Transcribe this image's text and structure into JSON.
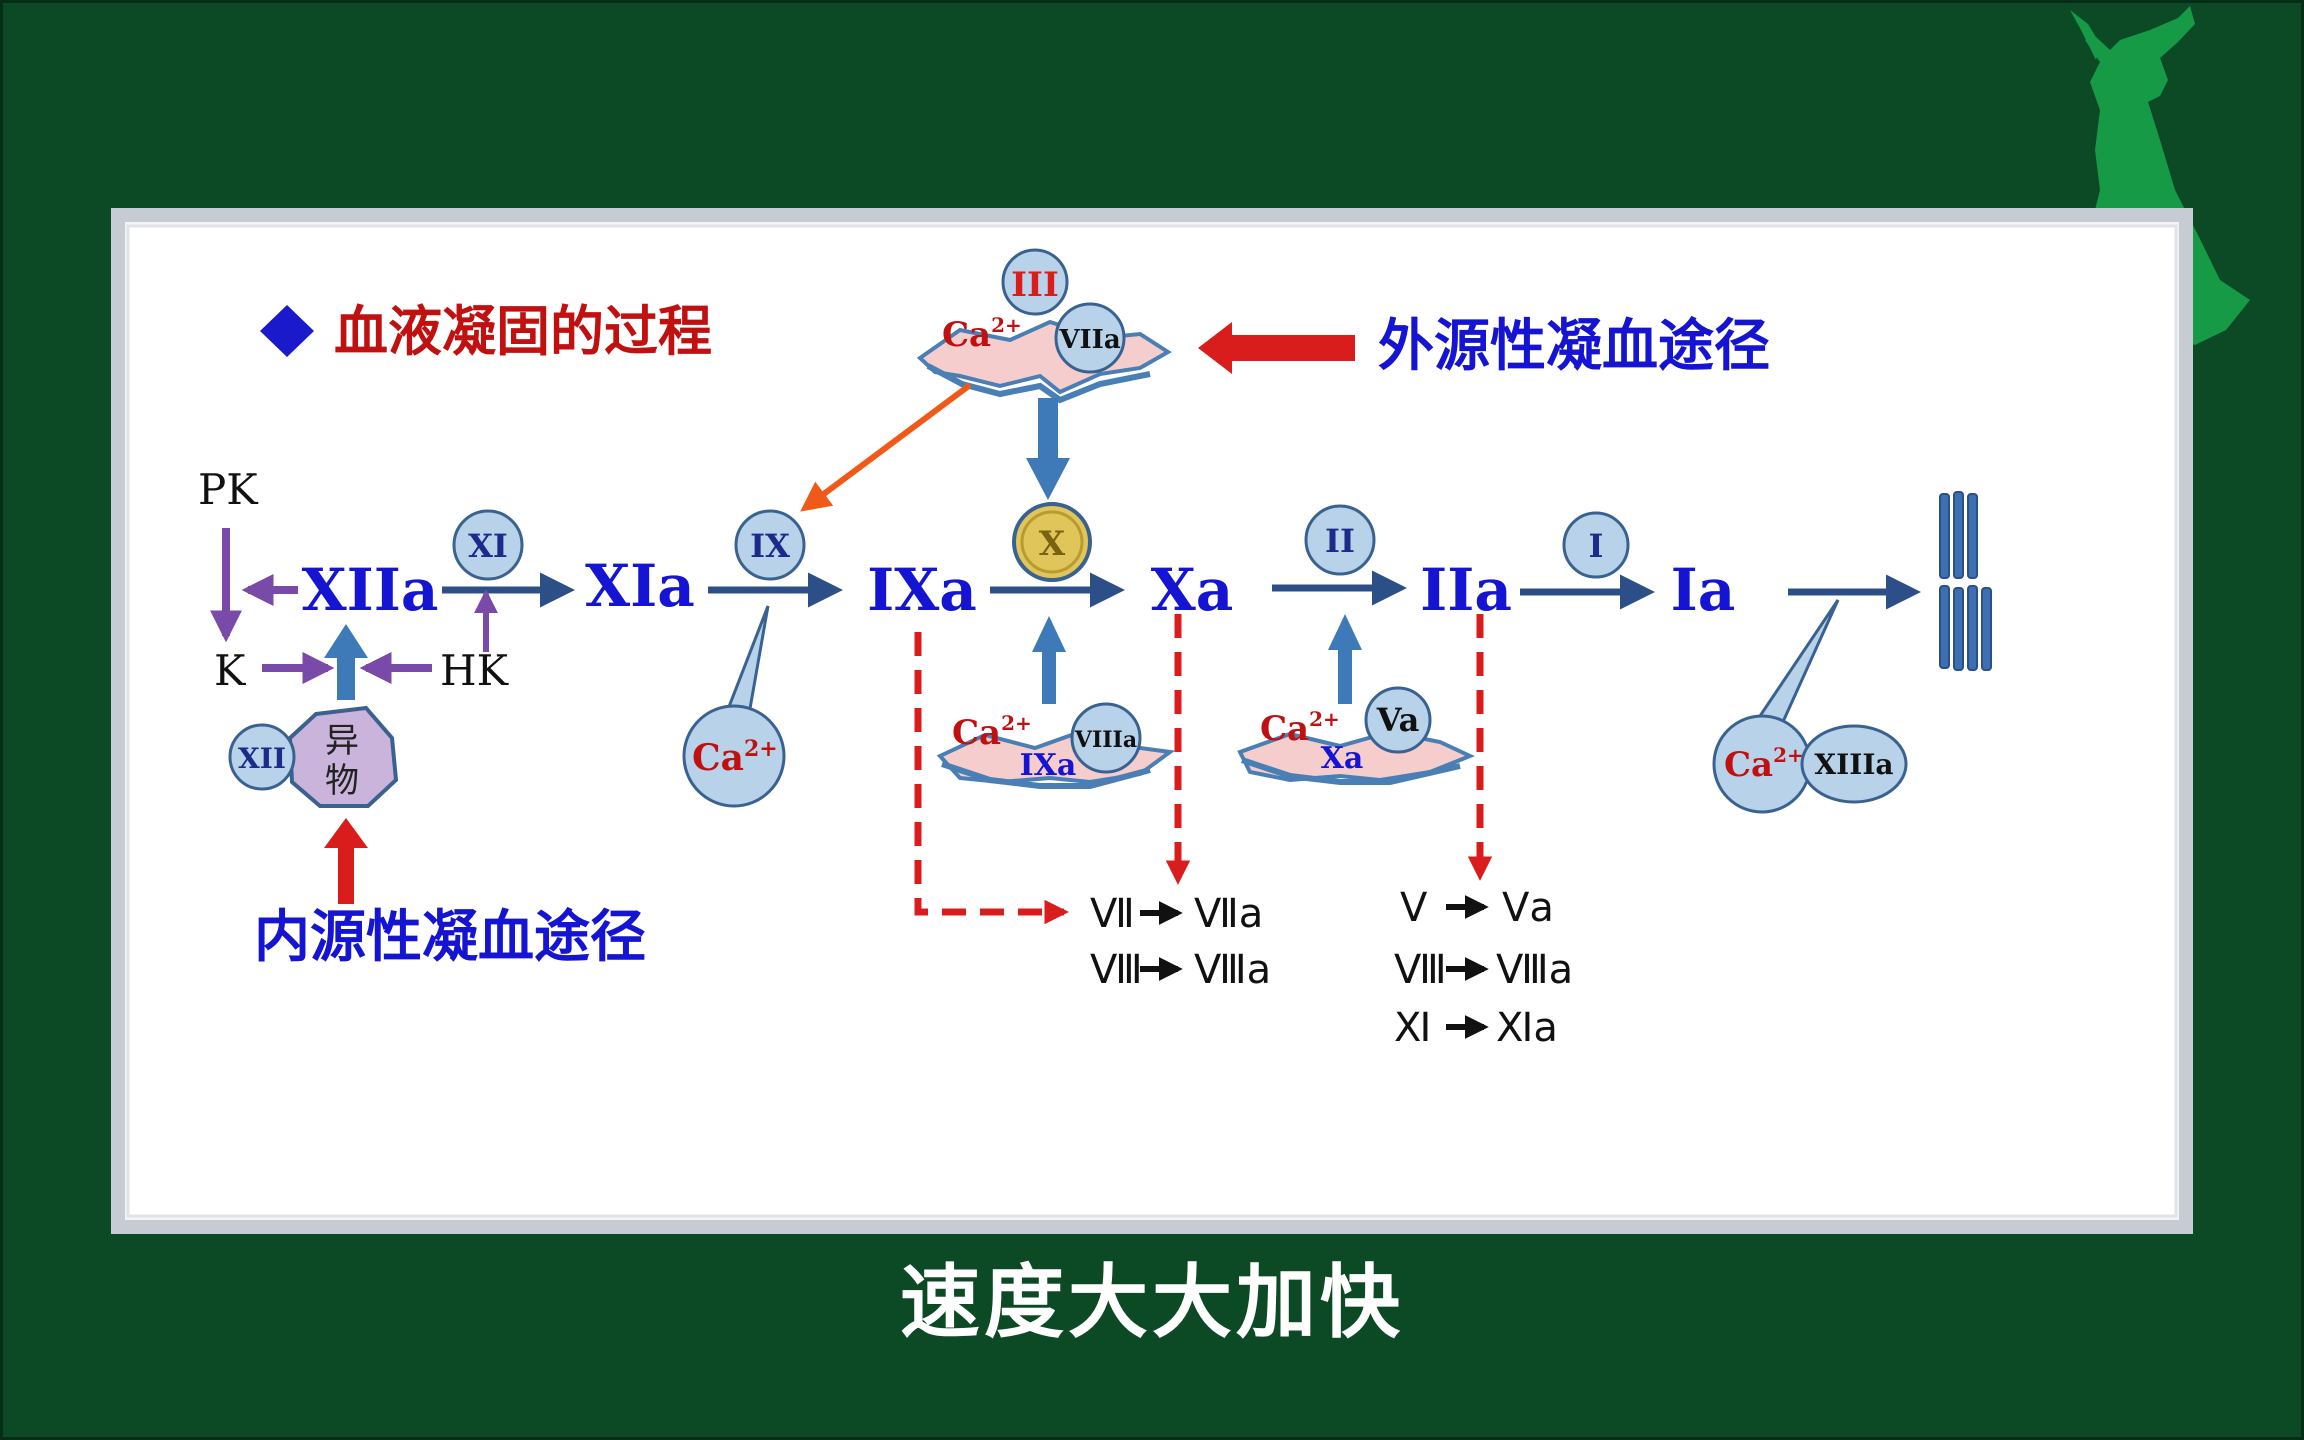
{
  "title": "血液凝固的过程",
  "extrinsic_label": "外源性凝血途径",
  "intrinsic_label": "内源性凝血途径",
  "subtitle": "速度大大加快",
  "colors": {
    "background": "#0b4a24",
    "factor_blue": "#1414d2",
    "title_red": "#c01010",
    "circle_fill": "#b8d2ea",
    "circle_stroke": "#3a6290",
    "arrow_blue": "#3e79b8",
    "arrow_red": "#d91d1d",
    "arrow_purple": "#7a4aa8",
    "arrow_orange": "#f05a18",
    "factor_x_fill": "#e0c55a",
    "foreign_body_fill": "#cbb4db",
    "platelet_fill": "#f6cdcd",
    "fibrin_blue": "#3d6fb3"
  },
  "factors": {
    "xiia": "XIIa",
    "xia": "XIa",
    "ixa": "IXa",
    "xa": "Xa",
    "iia": "IIa",
    "ia": "Ia"
  },
  "circles": {
    "xi": "XI",
    "ix": "IX",
    "x": "X",
    "ii": "II",
    "i": "I",
    "iii": "III",
    "xii": "XII",
    "va": "Va",
    "viia": "VIIa",
    "viiia": "VIIIa",
    "xiiia": "XIIIa"
  },
  "ca_label": "Ca",
  "ca_charge": "2+",
  "foreign_body": [
    "异",
    "物"
  ],
  "kinins": {
    "pk": "PK",
    "k": "K",
    "hk": "HK"
  },
  "complex_labels": {
    "tenase": "IXa",
    "prothrombinase": "Xa"
  },
  "feedback_left": [
    {
      "from": "Ⅶ",
      "to": "Ⅶa"
    },
    {
      "from": "Ⅷ",
      "to": "Ⅷa"
    }
  ],
  "feedback_right": [
    {
      "from": "Ⅴ",
      "to": "Ⅴa"
    },
    {
      "from": "Ⅷ",
      "to": "Ⅷa"
    },
    {
      "from": "Ⅺ",
      "to": "Ⅺa"
    }
  ]
}
